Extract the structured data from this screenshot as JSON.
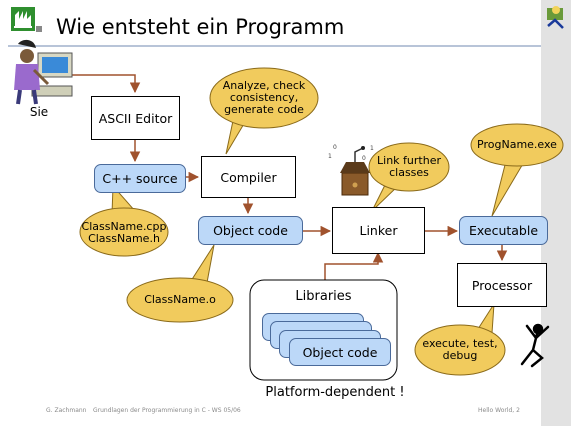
{
  "slide": {
    "title": "Wie entsteht ein Programm",
    "footer_author": "G. Zachmann",
    "footer_course": "Grundlagen der Programmierung in C - WS 05/06",
    "footer_page": "Hello World, 2"
  },
  "diagram": {
    "user_label": "Sie",
    "ascii_editor": "ASCII Editor",
    "cpp_source": "C++ source",
    "compiler": "Compiler",
    "object_code": "Object code",
    "linker": "Linker",
    "executable": "Executable",
    "processor": "Processor",
    "libraries": "Libraries",
    "library_object_code": "Object code",
    "platform_note": "Platform-dependent !",
    "bubble_compiler": "Analyze, check\nconsistency,\ngenerate code",
    "bubble_source": "ClassName.cpp\nClassName.h",
    "bubble_object": "ClassName.o",
    "bubble_linker": "Link further\nclasses",
    "bubble_exe": "ProgName.exe",
    "bubble_processor": "execute, test,\ndebug"
  }
}
